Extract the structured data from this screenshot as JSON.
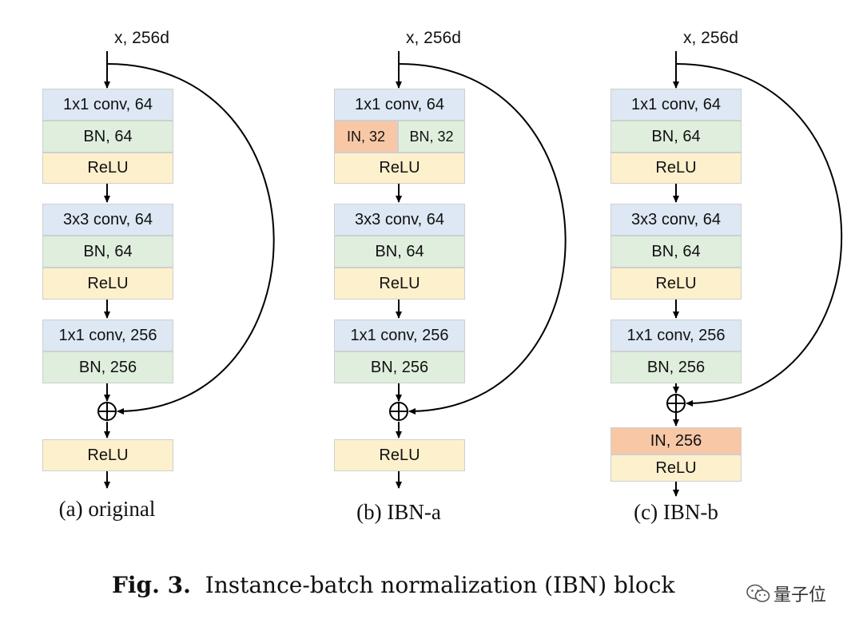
{
  "diagrams": [
    {
      "input": "x, 256d",
      "label": "(a) original",
      "blocks": [
        "1x1 conv, 64",
        "BN, 64",
        "ReLU",
        "3x3 conv, 64",
        "BN, 64",
        "ReLU",
        "1x1 conv, 256",
        "BN, 256",
        "ReLU"
      ]
    },
    {
      "input": "x, 256d",
      "label": "(b) IBN-a",
      "blocks": [
        "1x1 conv, 64",
        "IN, 32",
        "BN, 32",
        "ReLU",
        "3x3 conv, 64",
        "BN, 64",
        "ReLU",
        "1x1 conv, 256",
        "BN, 256",
        "ReLU"
      ]
    },
    {
      "input": "x, 256d",
      "label": "(c) IBN-b",
      "blocks": [
        "1x1 conv, 64",
        "BN, 64",
        "ReLU",
        "3x3 conv, 64",
        "BN, 64",
        "ReLU",
        "1x1 conv, 256",
        "BN, 256",
        "IN, 256",
        "ReLU"
      ]
    }
  ],
  "caption": {
    "prefix": "Fig. 3.",
    "text": "Instance-batch normalization (IBN) block"
  },
  "watermark": {
    "text": "量子位",
    "icon": "wechat-icon"
  },
  "colors": {
    "conv": "#dde8f4",
    "bn": "#dfeedd",
    "relu": "#fdf0cc",
    "in": "#f7c7a6"
  }
}
